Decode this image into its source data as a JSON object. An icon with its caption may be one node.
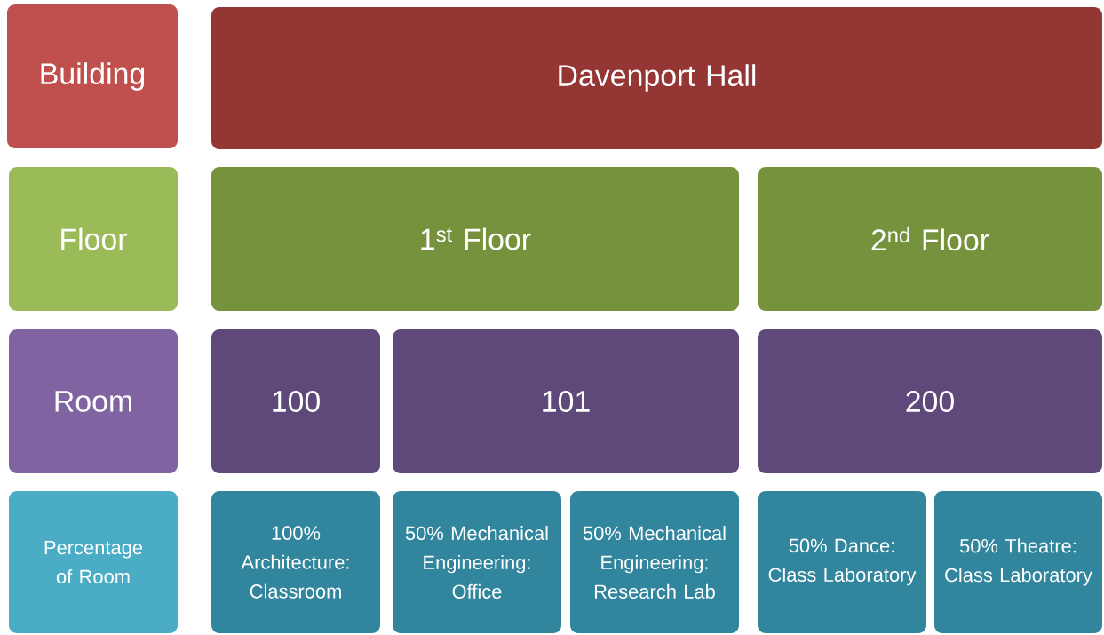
{
  "diagram": {
    "nodes": [
      {
        "text": [
          "Building"
        ]
      },
      {
        "text": [
          "Davenport Hall"
        ]
      },
      {
        "text": [
          "Floor"
        ]
      },
      {
        "text": [
          "1$^{st}$ Floor"
        ]
      },
      {
        "text": [
          "2$^{nd}$ Floor"
        ]
      },
      {
        "text": [
          "Room"
        ]
      },
      {
        "text": [
          "100"
        ]
      },
      {
        "text": [
          "101"
        ]
      },
      {
        "text": [
          "200"
        ]
      },
      {
        "text": [
          "Percentage of Room"
        ]
      },
      {
        "text": [
          "100% Architecture: Classroom"
        ]
      },
      {
        "text": [
          "50% Mechanical Engineering: Office"
        ]
      },
      {
        "text": [
          "50% Mechanical Engineering: Research Lab"
        ]
      },
      {
        "text": [
          "50% Dance: Class Laboratory"
        ]
      },
      {
        "text": [
          "50% Theatre: Class Laboratory"
        ]
      }
    ]
  }
}
